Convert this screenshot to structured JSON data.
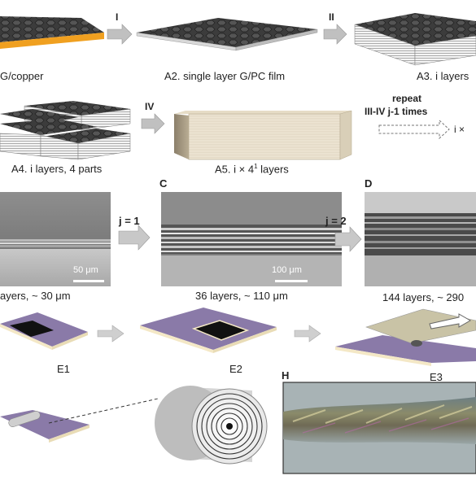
{
  "row1": {
    "a1_label": "G/copper",
    "a2_label": "A2. single layer G/PC film",
    "a3_label": "A3. i layers",
    "step1": "I",
    "step2": "II"
  },
  "row2": {
    "a4_label": "A4. i layers, 4 parts",
    "a5_label": "A5. i × 4",
    "a5_sup": "1",
    "a5_suffix": " layers",
    "step4": "IV",
    "repeat_line1": "repeat",
    "repeat_line2": "III-IV j-1 times",
    "repeat_result": "i ×"
  },
  "row3": {
    "b_caption": "ayers, ~ 30 μm",
    "b_scale": "50 μm",
    "c_letter": "C",
    "c_caption": "36 layers, ~ 110 μm",
    "c_scale": "100 μm",
    "d_letter": "D",
    "d_caption": "144 layers, ~ 290",
    "j1": "j = 1",
    "j2": "j = 2"
  },
  "row4": {
    "e1": "E1",
    "e2": "E2",
    "e3": "E3"
  },
  "row5": {
    "h_letter": "H"
  },
  "colors": {
    "copper": "#f0a020",
    "substrate": "#8a7aa8",
    "arrow": "#b8b8b8"
  }
}
